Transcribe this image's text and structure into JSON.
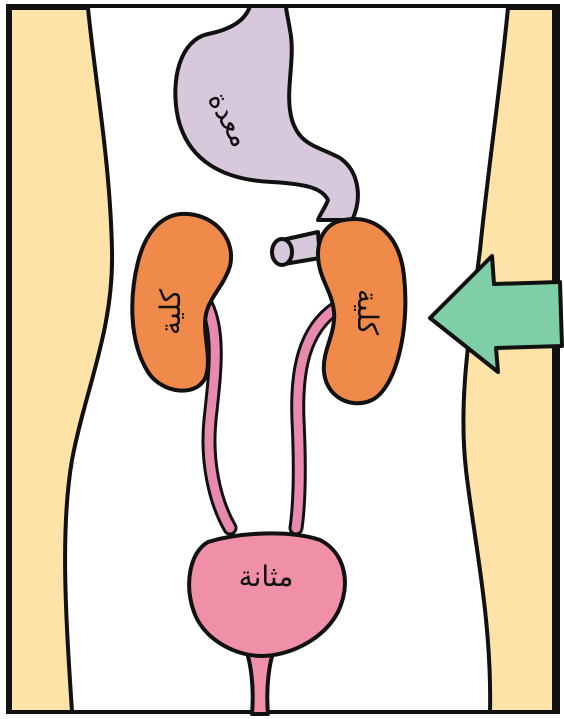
{
  "labels": {
    "stomach": "معدة",
    "kidney_left": "كلية",
    "kidney_right": "كلية",
    "bladder": "مثانة"
  },
  "colors": {
    "skin": "#fde3a7",
    "outline": "#111111",
    "stomach": "#d7c8dc",
    "kidney": "#f08a4b",
    "ureter": "#e88ab0",
    "bladder": "#f08fa8",
    "arrow": "#7fcfa6",
    "background": "#ffffff"
  },
  "icons": {
    "pointer": "arrow-left-icon"
  }
}
